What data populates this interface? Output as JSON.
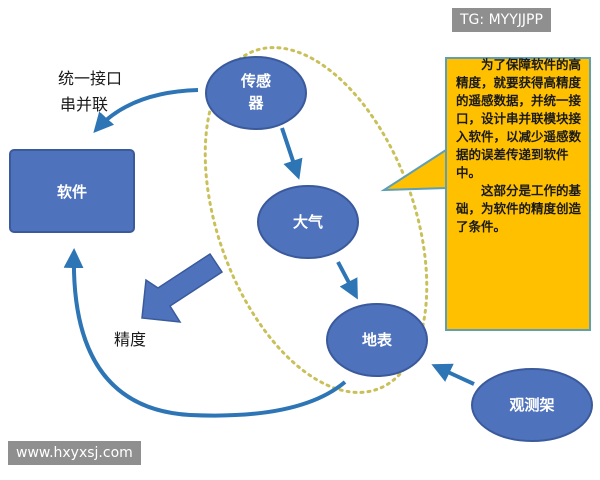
{
  "diagram": {
    "nodes": {
      "software": "软件",
      "sensor_line1": "传感",
      "sensor_line2": "器",
      "atmosphere": "大气",
      "surface": "地表",
      "mount": "观测架"
    },
    "labels": {
      "interface_line1": "统一接口",
      "interface_line2": "串并联",
      "precision": "精度"
    },
    "callout": {
      "paragraph1": "为了保障软件的高精度，就要获得高精度的遥感数据，并统一接口，设计串并联模块接入软件，以减少遥感数据的误差传递到软件中。",
      "paragraph2": "这部分是工作的基础，为软件的精度创造了条件。"
    },
    "colors": {
      "node_fill": "#4f72bc",
      "node_stroke": "#3a5a9c",
      "arrow": "#2e75b6",
      "dotted_ellipse": "#c9c05a",
      "callout_fill": "#ffc000",
      "callout_stroke": "#5f9fb6"
    }
  },
  "watermarks": {
    "top": "TG: MYYJJPP",
    "bottom": "www.hxyxsj.com"
  }
}
